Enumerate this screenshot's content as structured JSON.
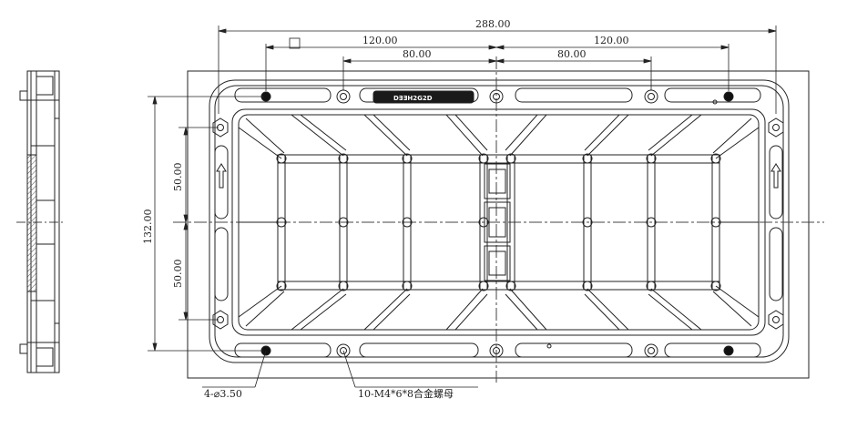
{
  "dimensions": {
    "overall_width": "288.00",
    "upper_left_span": "120.00",
    "upper_right_span": "120.00",
    "lower_left_span": "80.00",
    "lower_right_span": "80.00",
    "overall_height": "132.00",
    "upper_half_height": "50.00",
    "lower_half_height": "50.00"
  },
  "callouts": {
    "hole_note": "4-⌀3.50",
    "nut_note": "10-M4*6*8合金螺母"
  },
  "logo": {
    "text": "D∃∃H2G2D"
  },
  "colors": {
    "line": "#222222",
    "center_line": "#444444",
    "hatch": "#555555",
    "logo_fill": "#1a1a1a"
  }
}
